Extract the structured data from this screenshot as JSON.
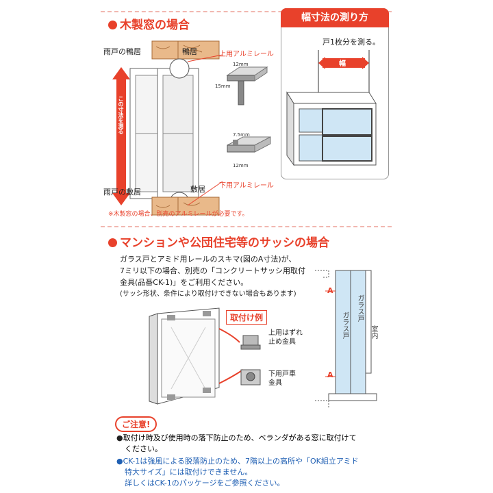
{
  "section1": {
    "heading": "木製窓の場合",
    "label_top_left": "雨戸の鴨居",
    "label_top_right": "鴨居",
    "label_upper_rail": "上用アルミレール",
    "label_bottom_left": "雨戸の敷居",
    "label_bottom_right": "敷居",
    "label_lower_rail": "下用アルミレール",
    "vertical_label": "この寸法を測る",
    "dim_upper_a": "12mm",
    "dim_upper_b": "15mm",
    "dim_lower_a": "7.5mm",
    "dim_lower_b": "12mm",
    "note": "※木製窓の場合、別売のアルミレールが必要です。"
  },
  "measure_box": {
    "title": "幅寸法の測り方",
    "caption": "戸1枚分を測る。",
    "arrow_label": "幅"
  },
  "section2": {
    "heading": "マンションや公団住宅等のサッシの場合",
    "body": [
      "ガラス戸とアミド用レールのスキマ(図のA寸法)が、",
      "7ミリ以下の場合、別売の「コンクリートサッシ用取付",
      "金具(品番CK-1)」をご利用ください。",
      "(サッシ形状、条件により取付けできない場合もあります)"
    ],
    "example_label": "取付け例",
    "part_upper": [
      "上用はずれ",
      "止め金具"
    ],
    "part_lower": [
      "下用戸車",
      "金具"
    ],
    "label_a_top": "A",
    "label_a_bottom": "A",
    "glass_door_1": "ガラス戸",
    "glass_door_2": "ガラス戸",
    "indoor": "室内"
  },
  "caution": {
    "title": "ご注意!",
    "items": [
      {
        "lines": [
          "取付け時及び使用時の落下防止のため、ベランダがある窓に取付けて",
          "ください。"
        ]
      },
      {
        "lines": [
          "CK-1は強風による脱落防止のため、7階以上の高所や「OK組立アミド",
          "特大サイズ」には取付けできません。",
          "詳しくはCK-1のパッケージをご参照ください。"
        ]
      }
    ]
  },
  "colors": {
    "accent": "#e8412b",
    "wood": "#e9b98a",
    "glass": "#cfe6f5",
    "blue_text": "#1f5fb3"
  }
}
